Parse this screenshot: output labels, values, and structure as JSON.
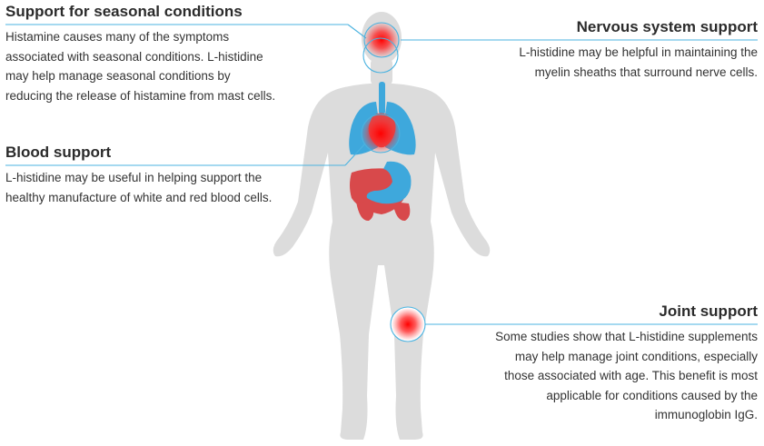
{
  "sections": {
    "seasonal": {
      "title": "Support for seasonal conditions",
      "body": "Histamine causes many of the symptoms associated with seasonal conditions. L-histidine may help manage seasonal conditions by reducing the release of histamine from mast cells."
    },
    "blood": {
      "title": "Blood support",
      "body": "L-histidine may be useful in helping support the healthy manufacture of white and red blood cells."
    },
    "nervous": {
      "title": "Nervous system support",
      "body": "L-histidine may be helpful in maintaining the myelin sheaths that surround nerve cells."
    },
    "joint": {
      "title": "Joint support",
      "body": "Some studies show that L-histidine supplements may help manage joint conditions, especially those associated with age. This benefit is most applicable for conditions caused by the immunoglobin IgG."
    }
  },
  "colors": {
    "body": "#dcdcdc",
    "organ_blue": "#3ea8dc",
    "organ_red": "#d8494b",
    "hotspot": "#ff1a1a",
    "connector": "#4bb3e0"
  }
}
